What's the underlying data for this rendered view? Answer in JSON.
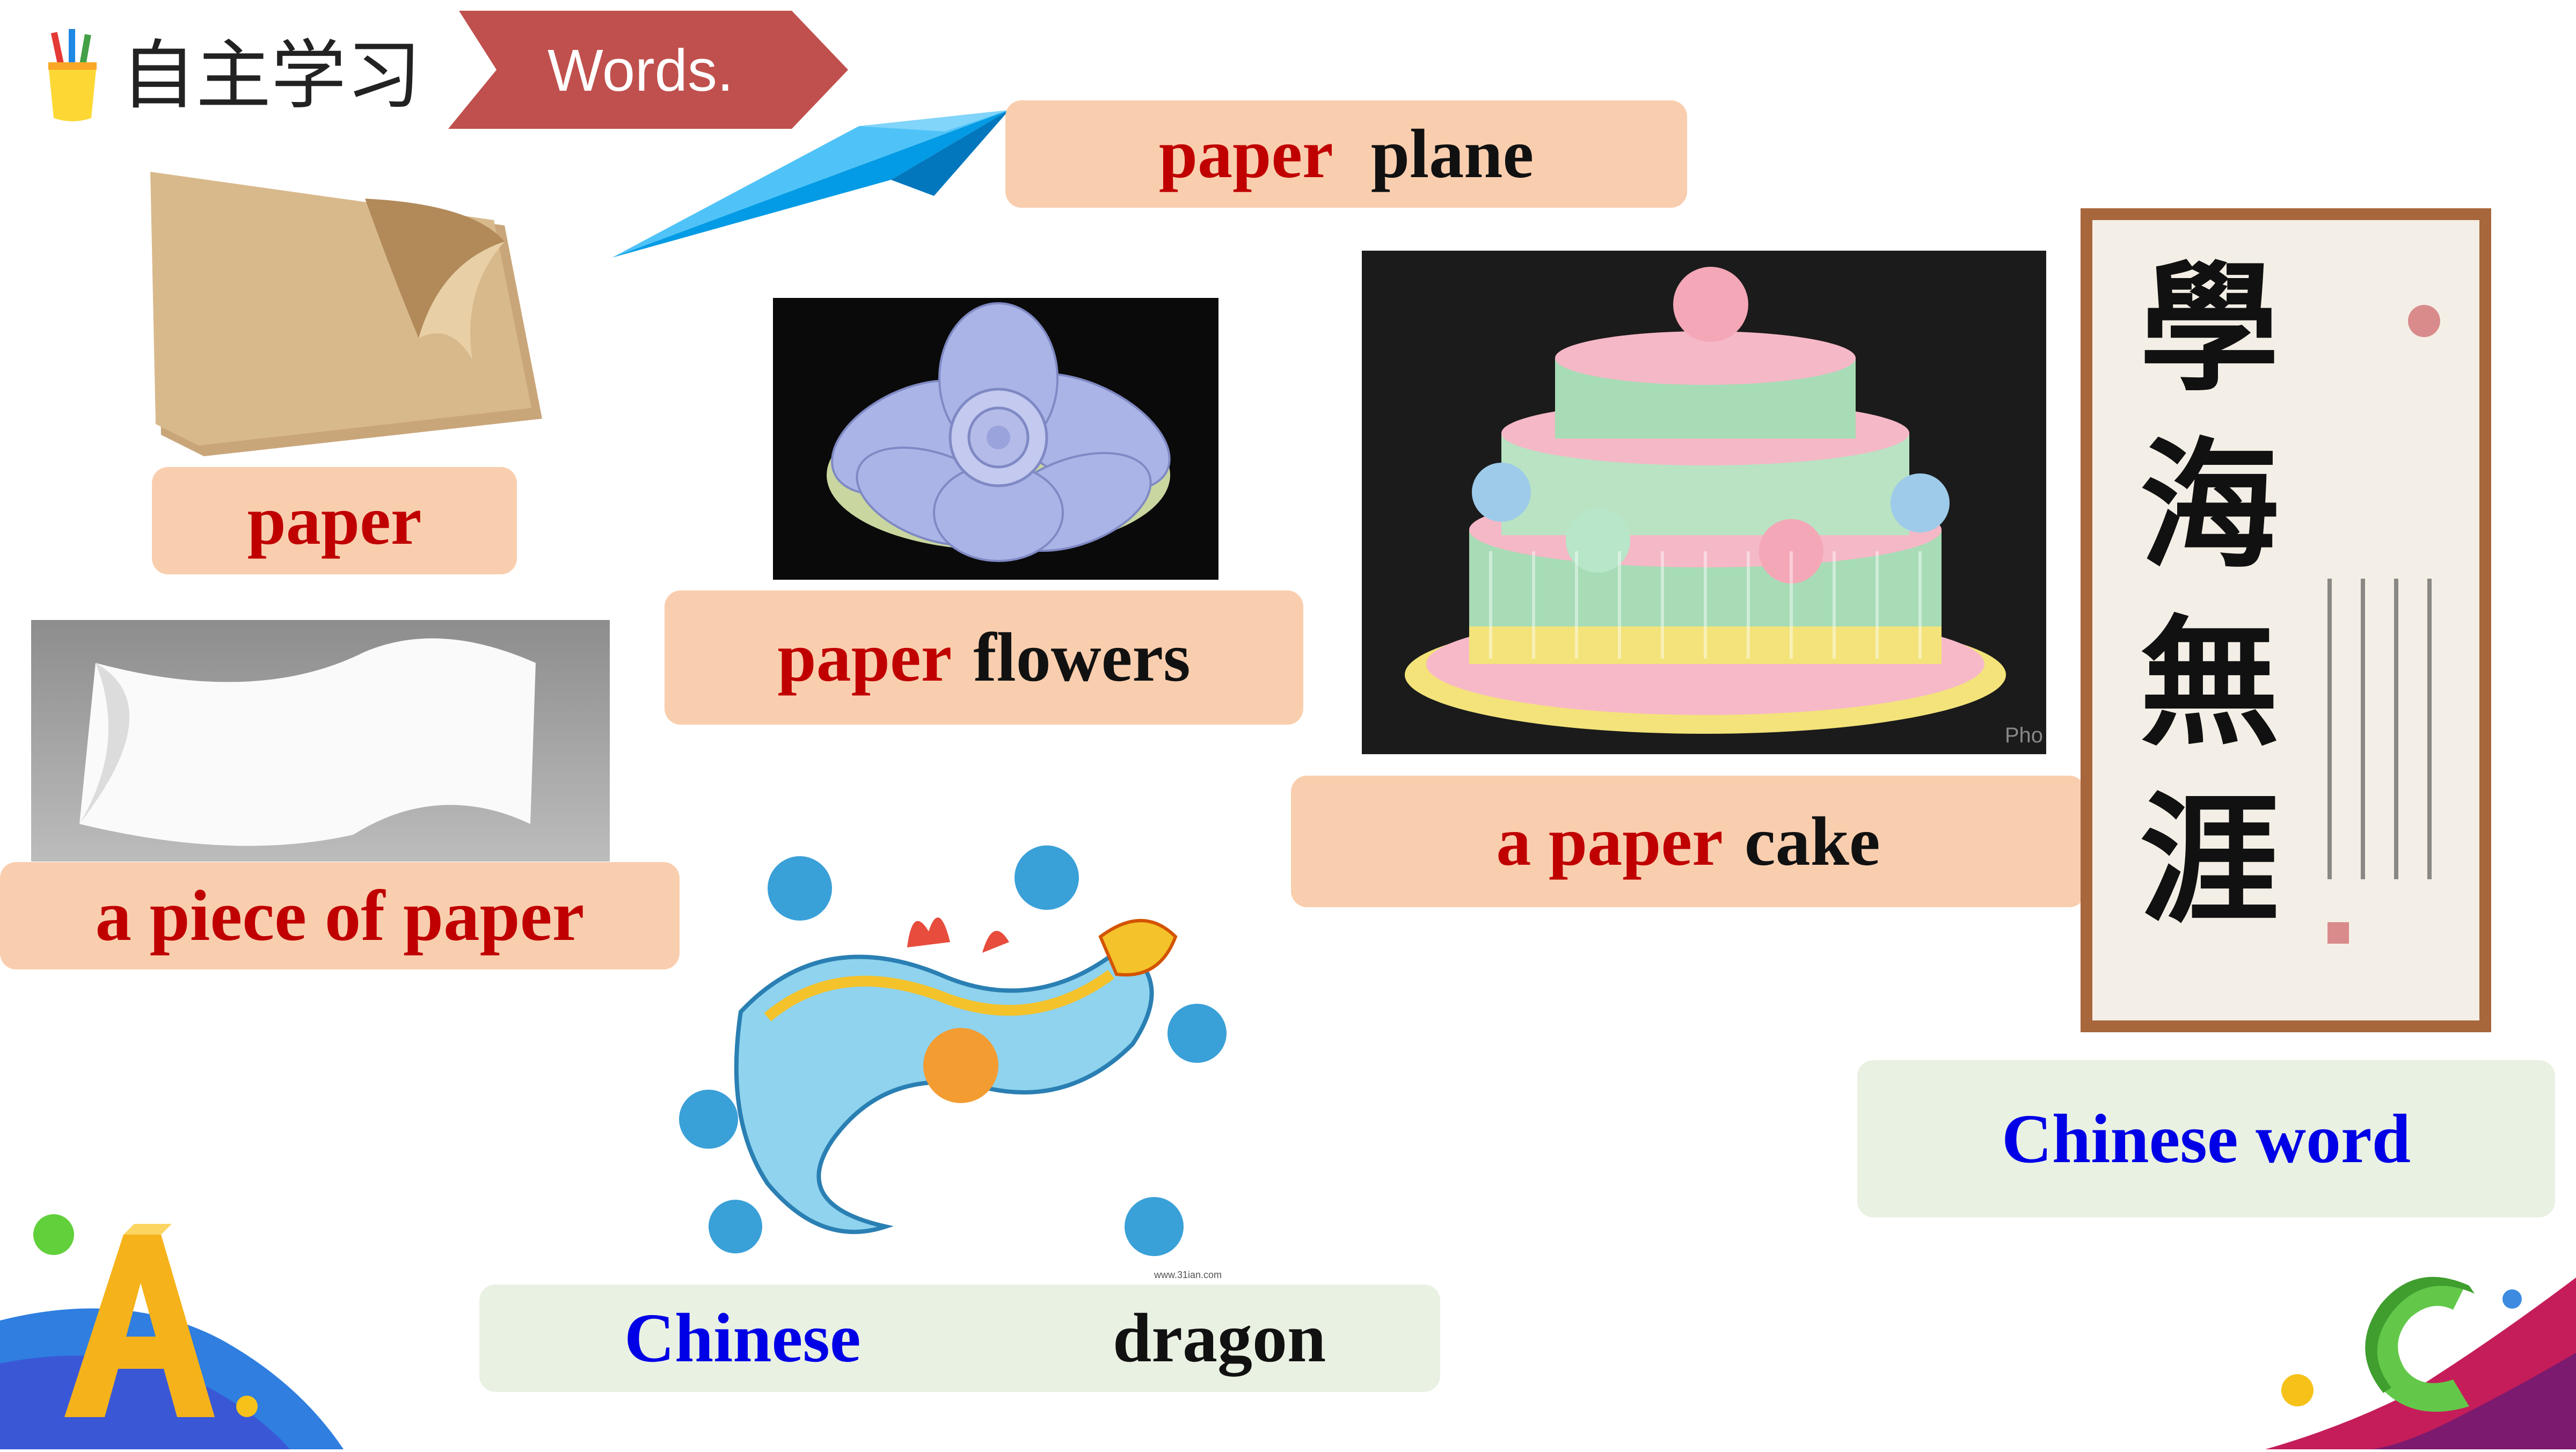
{
  "header": {
    "title": "自主学习",
    "ribbon": "Words."
  },
  "labels": {
    "paper_plane": {
      "red": "paper",
      "black": "plane"
    },
    "paper": {
      "red": "paper"
    },
    "paper_flowers": {
      "red": "paper",
      "black": "flowers"
    },
    "a_paper_cake": {
      "red": "a paper",
      "black": "cake"
    },
    "a_piece_of_paper": {
      "red": "a piece of paper"
    },
    "chinese_word": {
      "blue": "Chinese word"
    },
    "chinese_dragon": {
      "blue": "Chinese",
      "black": "dragon"
    }
  },
  "images": {
    "cake_corner_mark": "Pho",
    "dragon_caption": "www.31ian.com",
    "calligraphy": [
      "學",
      "海",
      "無",
      "涯"
    ]
  },
  "colors": {
    "ribbon": "#c0504d",
    "peach_box": "#f9ceae",
    "mint_box": "#e9f1e2",
    "red_text": "#c00000",
    "blue_text": "#0000e6"
  }
}
